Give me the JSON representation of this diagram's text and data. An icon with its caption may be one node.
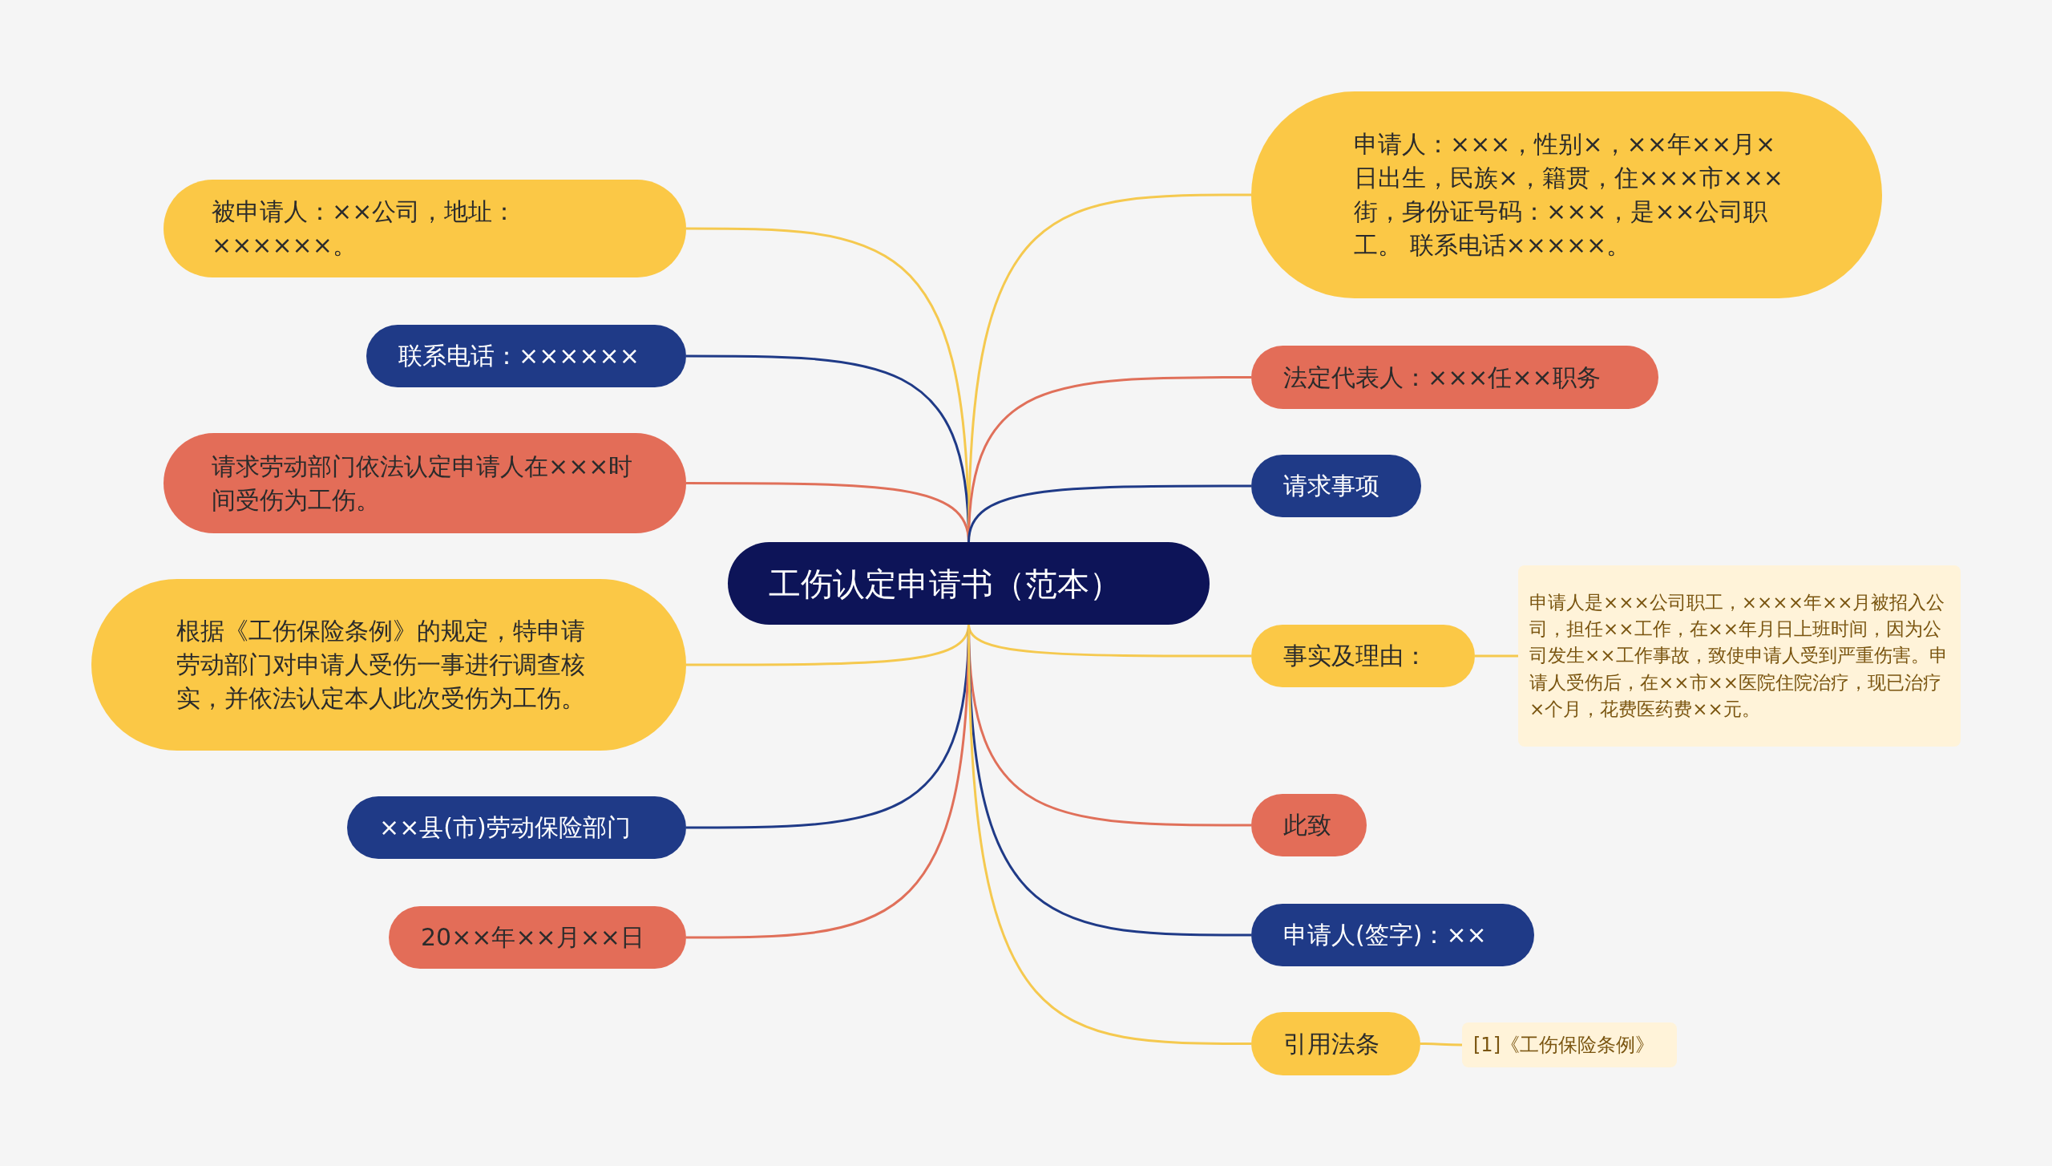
{
  "diagram": {
    "nodes": [
      {
        "text": [
          "工伤认定申请书（范本）"
        ]
      },
      {
        "text": [
          "被申请人：××公司，地址：××××××。"
        ]
      },
      {
        "text": [
          "联系电话：××××××"
        ]
      },
      {
        "text": [
          "请求劳动部门依法认定申请人在×××时间受伤为工伤。"
        ]
      },
      {
        "text": [
          "根据《工伤保险条例》的规定，特申请劳动部门对申请人受伤一事进行调查核实，并依法认定本人此次受伤为工伤。"
        ]
      },
      {
        "text": [
          "××县(市)劳动保险部门"
        ]
      },
      {
        "text": [
          "20××年××月××日"
        ]
      },
      {
        "text": [
          "申请人：×××，性别×，××年××月×日出生，民族×，籍贯，住×××市×××街，身份证号码：×××，是××公司职工。 联系电话×××××。"
        ]
      },
      {
        "text": [
          "法定代表人：×××任××职务"
        ]
      },
      {
        "text": [
          "请求事项"
        ]
      },
      {
        "text": [
          "事实及理由："
        ]
      },
      {
        "text": [
          "申请人是×××公司职工，××××年××月被招入公司，担任××工作，在××年月日上班时间，因为公司发生××工作事故，致使申请人受到严重伤害。申请人受伤后，在××市××医院住院治疗，现已治疗×个月，花费医药费××元。"
        ]
      },
      {
        "text": [
          "此致"
        ]
      },
      {
        "text": [
          "申请人(签字)：××"
        ]
      },
      {
        "text": [
          "引用法条"
        ]
      },
      {
        "text": [
          "[1]《工伤保险条例》"
        ]
      }
    ],
    "edges": [
      {
        "from": 0,
        "to": 1,
        "arrow": "none"
      },
      {
        "from": 0,
        "to": 2,
        "arrow": "none",
        "color": "#1f3a87"
      },
      {
        "from": 0,
        "to": 3,
        "arrow": "none",
        "color": "#e0705a"
      },
      {
        "from": 0,
        "to": 4,
        "arrow": "none"
      },
      {
        "from": 0,
        "to": 5,
        "arrow": "none",
        "color": "#1f3a87"
      },
      {
        "from": 0,
        "to": 6,
        "arrow": "none",
        "color": "#e0705a"
      },
      {
        "from": 0,
        "to": 7,
        "arrow": "none"
      },
      {
        "from": 0,
        "to": 8,
        "arrow": "none",
        "color": "#e0705a"
      },
      {
        "from": 0,
        "to": 9,
        "arrow": "none",
        "color": "#1f3a87"
      },
      {
        "from": 0,
        "to": 10,
        "arrow": "none"
      },
      {
        "from": 10,
        "to": 11,
        "arrow": "none"
      },
      {
        "from": 0,
        "to": 12,
        "arrow": "none",
        "color": "#e0705a"
      },
      {
        "from": 0,
        "to": 13,
        "arrow": "none",
        "color": "#1f3a87"
      },
      {
        "from": 0,
        "to": 14,
        "arrow": "none"
      },
      {
        "from": 14,
        "to": 15,
        "arrow": "none"
      }
    ]
  }
}
